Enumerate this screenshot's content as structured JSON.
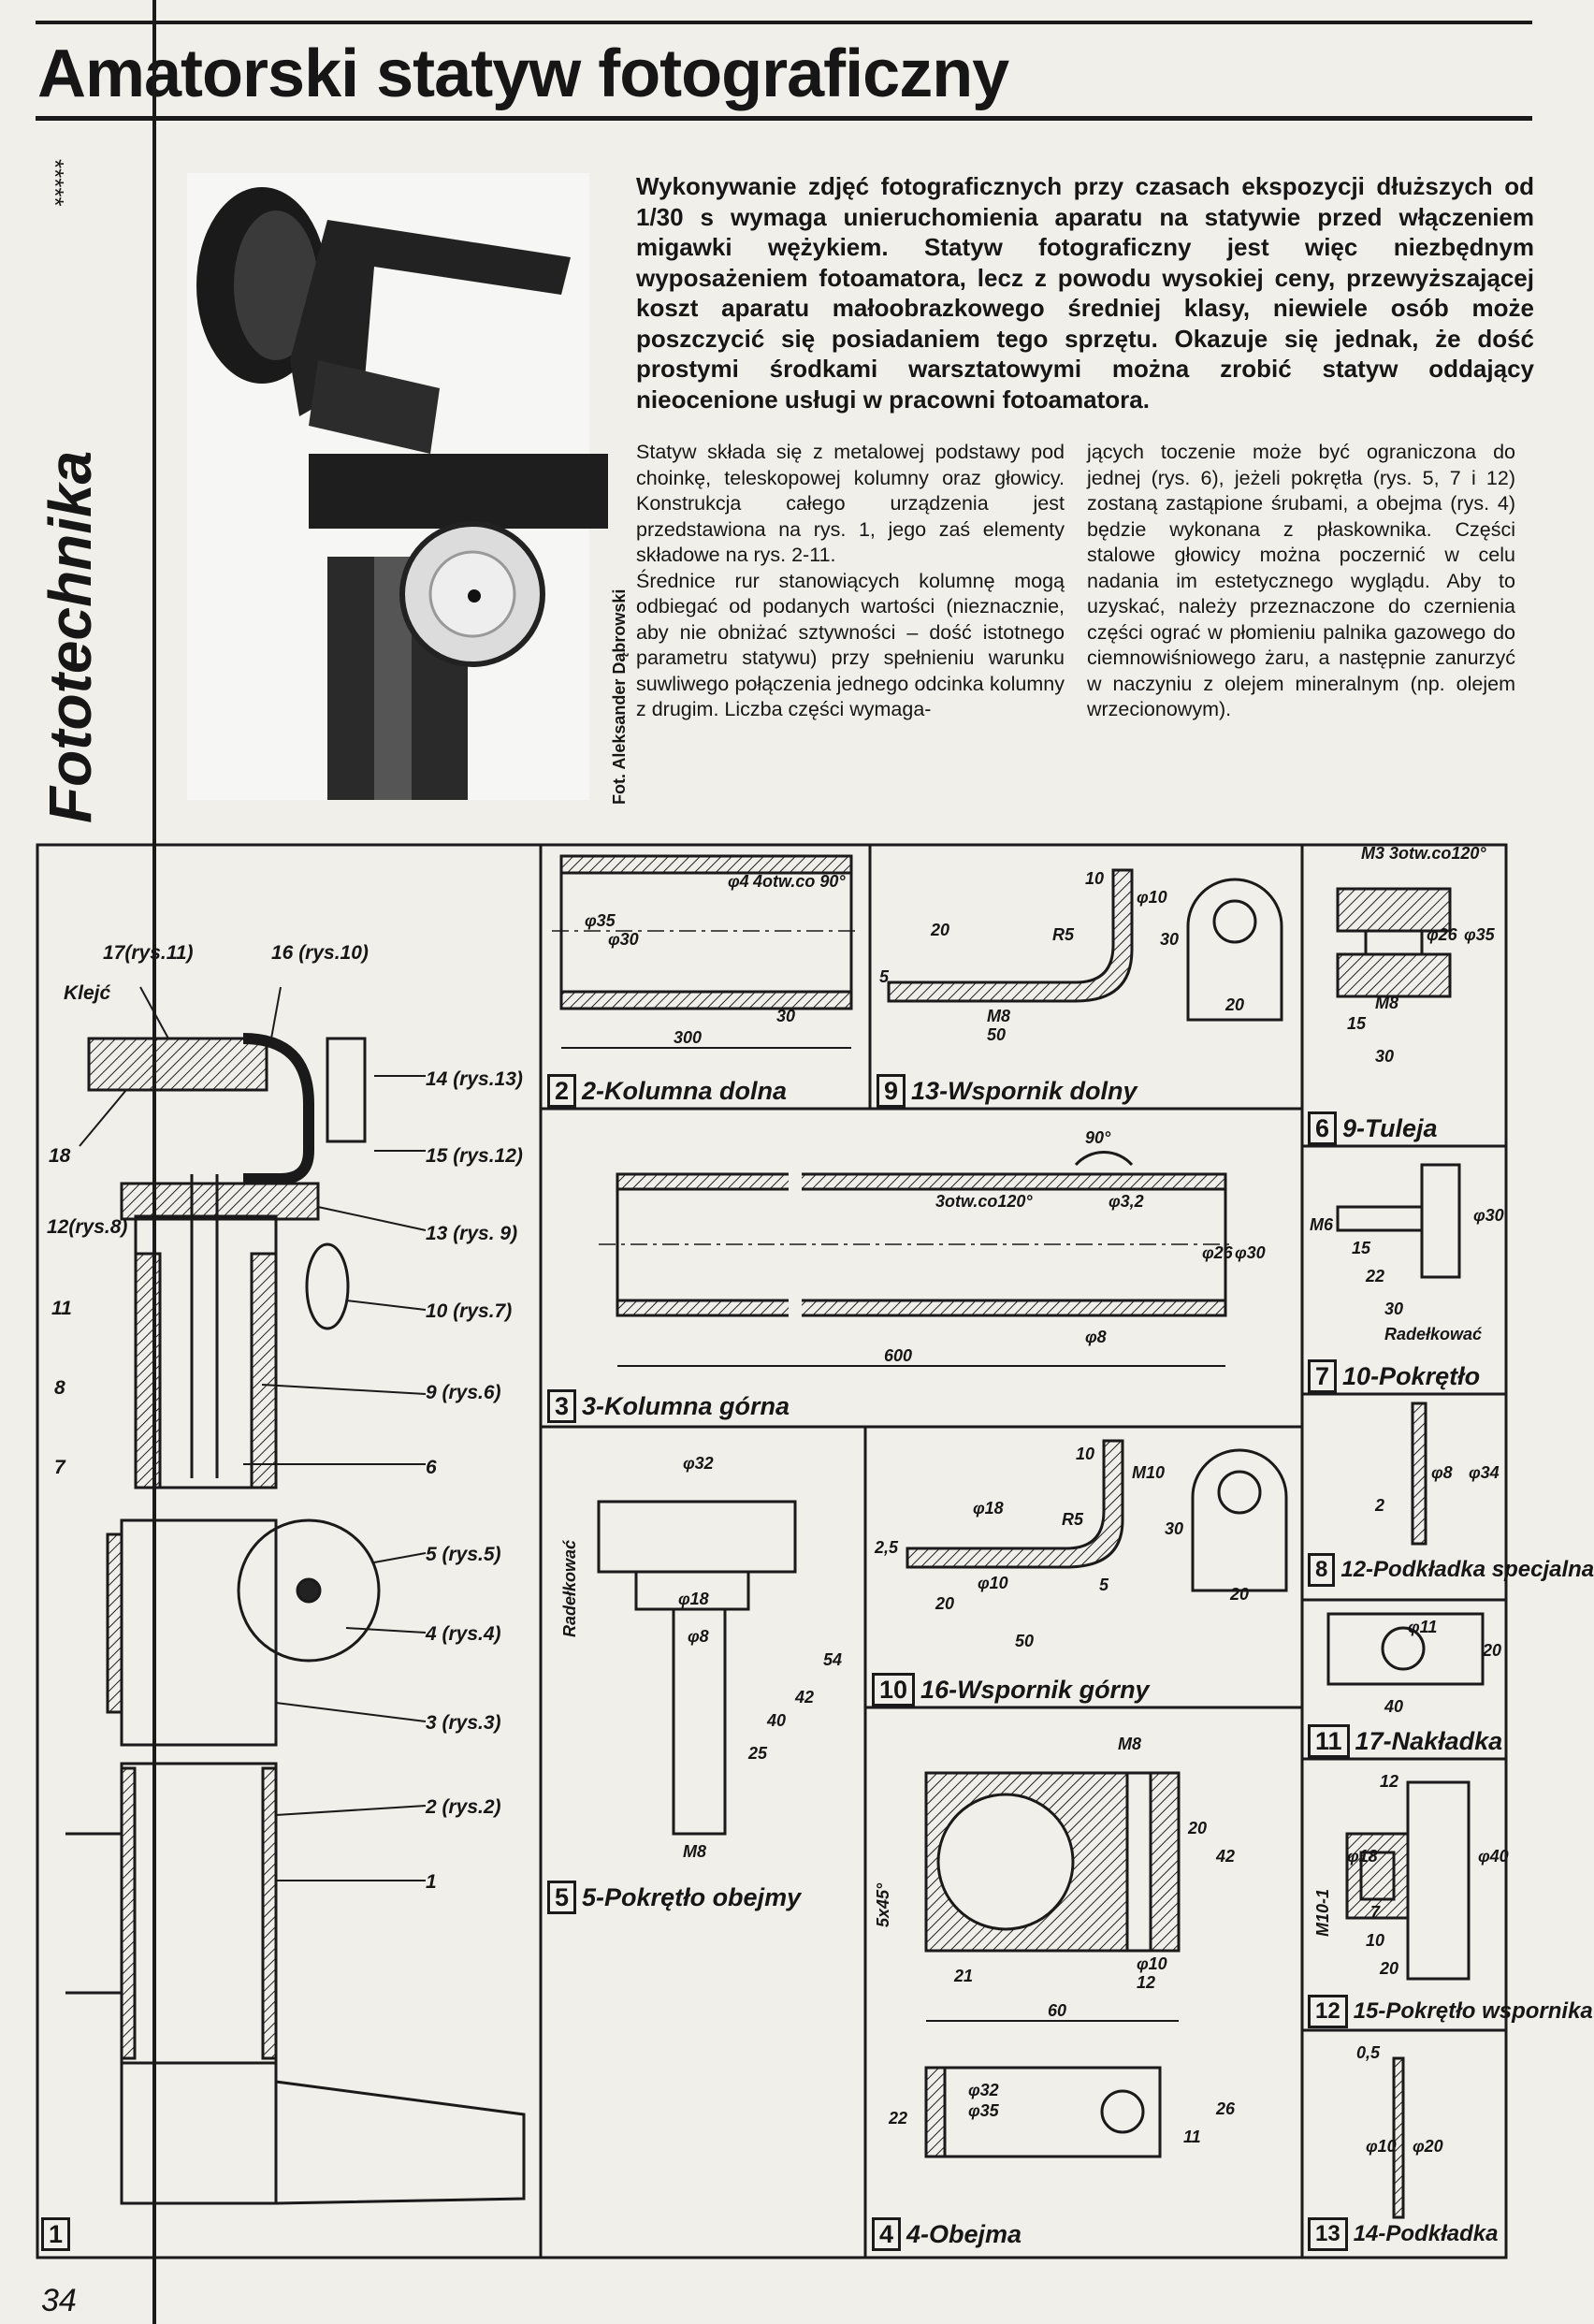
{
  "header": {
    "title": "Amatorski statyw fotograficzny",
    "section": "Fototechnika",
    "stars": "*****",
    "page_number": "34"
  },
  "photo": {
    "credit": "Fot. Aleksander Dąbrowski"
  },
  "lead": "Wykonywanie zdjęć fotograficznych przy czasach ekspozycji dłuższych od 1/30 s wymaga unieruchomienia aparatu na statywie przed włączeniem migawki wężykiem. Statyw fotograficzny jest więc niezbędnym wyposażeniem fotoamatora, lecz z powodu wysokiej ceny, przewyższającej koszt aparatu małoobrazkowego średniej klasy, niewiele osób może poszczycić się posiadaniem tego sprzętu. Okazuje się jednak, że dość prostymi środkami warsztatowymi można zrobić statyw oddający nieocenione usługi w pracowni fotoamatora.",
  "body": {
    "col1_p1": "Statyw składa się z metalowej podstawy pod choinkę, teleskopowej kolumny oraz głowicy. Konstrukcja całego urządzenia jest przedstawiona na rys. 1, jego zaś elementy składowe na rys. 2-11.",
    "col1_p2": "Średnice rur stanowiących kolumnę mogą odbiegać od podanych wartości (nieznacznie, aby nie obniżać sztywności – dość istotnego parametru statywu) przy spełnieniu warunku suwliwego połączenia jednego odcinka kolumny z drugim. Liczba części wymaga-",
    "col2_p1": "jących toczenie może być ograniczona do jednej (rys. 6), jeżeli pokrętła (rys. 5, 7 i 12) zostaną zastąpione śrubami, a obejma (rys. 4) będzie wykonana z płaskownika. Części stalowe głowicy można poczernić w celu nadania im estetycznego wyglądu. Aby to uzyskać, należy przeznaczone do czernienia części ograć w płomieniu palnika gazowego do ciemnowiśniowego żaru, a następnie zanurzyć w naczyniu z olejem mineralnym (np. olejem wrzecionowym)."
  },
  "figures": {
    "f1": {
      "num": "1",
      "label": ""
    },
    "f2": {
      "num": "2",
      "label": "2-Kolumna dolna"
    },
    "f9": {
      "num": "9",
      "label": "13-Wspornik dolny"
    },
    "f6": {
      "num": "6",
      "label": "9-Tuleja"
    },
    "f3": {
      "num": "3",
      "label": "3-Kolumna górna"
    },
    "f7": {
      "num": "7",
      "label": "10-Pokrętło"
    },
    "f5": {
      "num": "5",
      "label": "5-Pokrętło obejmy"
    },
    "f10": {
      "num": "10",
      "label": "16-Wspornik górny"
    },
    "f8": {
      "num": "8",
      "label": "12-Podkładka specjalna"
    },
    "f11": {
      "num": "11",
      "label": "17-Nakładka"
    },
    "f12": {
      "num": "12",
      "label": "15-Pokrętło wspornika"
    },
    "f4": {
      "num": "4",
      "label": "4-Obejma"
    },
    "f13": {
      "num": "13",
      "label": "14-Podkładka"
    }
  },
  "assembly_labels": {
    "l17": "17(rys.11)",
    "l16": "16 (rys.10)",
    "klej": "Klejć",
    "l14": "14 (rys.13)",
    "l15": "15 (rys.12)",
    "l18": "18",
    "l13": "13 (rys. 9)",
    "l12": "12(rys.8)",
    "l11": "11",
    "l10": "10 (rys.7)",
    "l8": "8",
    "l9": "9 (rys.6)",
    "l7": "7",
    "l6": "6",
    "l5": "5 (rys.5)",
    "l4": "4 (rys.4)",
    "l3": "3 (rys.3)",
    "l2": "2 (rys.2)",
    "l1": "1"
  },
  "dims": {
    "f2_d35": "φ35",
    "f2_d30": "φ30",
    "f2_hole": "φ4",
    "f2_holes": "4otw.co 90°",
    "f2_30": "30",
    "f2_300": "300",
    "f9_10": "10",
    "f9_d10": "φ10",
    "f9_r5": "R5",
    "f9_20": "20",
    "f9_m8": "M8",
    "f9_50": "50",
    "f9_5": "5",
    "f9_30": "30",
    "f9_20b": "20",
    "f6_m3": "M3 3otw.co120°",
    "f6_d26": "φ26",
    "f6_d35": "φ35",
    "f6_m8": "M8",
    "f6_15": "15",
    "f6_30": "30",
    "f3_90": "90°",
    "f3_holes": "3otw.co120°",
    "f3_d32": "φ3,2",
    "f3_d26": "φ26",
    "f3_d30": "φ30",
    "f3_d8": "φ8",
    "f3_600": "600",
    "f7_m6": "M6",
    "f7_d30": "φ30",
    "f7_15": "15",
    "f7_22": "22",
    "f7_30": "30",
    "f7_rad": "Radełkować",
    "f5_d32": "φ32",
    "f5_rad": "Radełkować",
    "f5_d18": "φ18",
    "f5_d8": "φ8",
    "f5_25": "25",
    "f5_40": "40",
    "f5_42": "42",
    "f5_54": "54",
    "f5_m8": "M8",
    "f10_10": "10",
    "f10_d18": "φ18",
    "f10_r5": "R5",
    "f10_m10": "M10",
    "f10_2": "2,5",
    "f10_d10": "φ10",
    "f10_20": "20",
    "f10_50": "50",
    "f10_5": "5",
    "f10_30": "30",
    "f10_20b": "20",
    "f8_d8": "φ8",
    "f8_d34": "φ34",
    "f8_2": "2",
    "f11_d11": "φ11",
    "f11_20": "20",
    "f11_40": "40",
    "f12_12": "12",
    "f12_d18": "φ18",
    "f12_d40": "φ40",
    "f12_7": "7",
    "f12_10": "10",
    "f12_20": "20",
    "f12_m10": "M10-1",
    "f4_m8": "M8",
    "f4_5x45": "5x45°",
    "f4_21": "21",
    "f4_60": "60",
    "f4_d10": "φ10",
    "f4_12": "12",
    "f4_20": "20",
    "f4_42": "42",
    "f4_d32": "φ32",
    "f4_d35": "φ35",
    "f4_22": "22",
    "f4_11": "11",
    "f4_26": "26",
    "f13_05": "0,5",
    "f13_d10": "φ10",
    "f13_d20": "φ20"
  }
}
